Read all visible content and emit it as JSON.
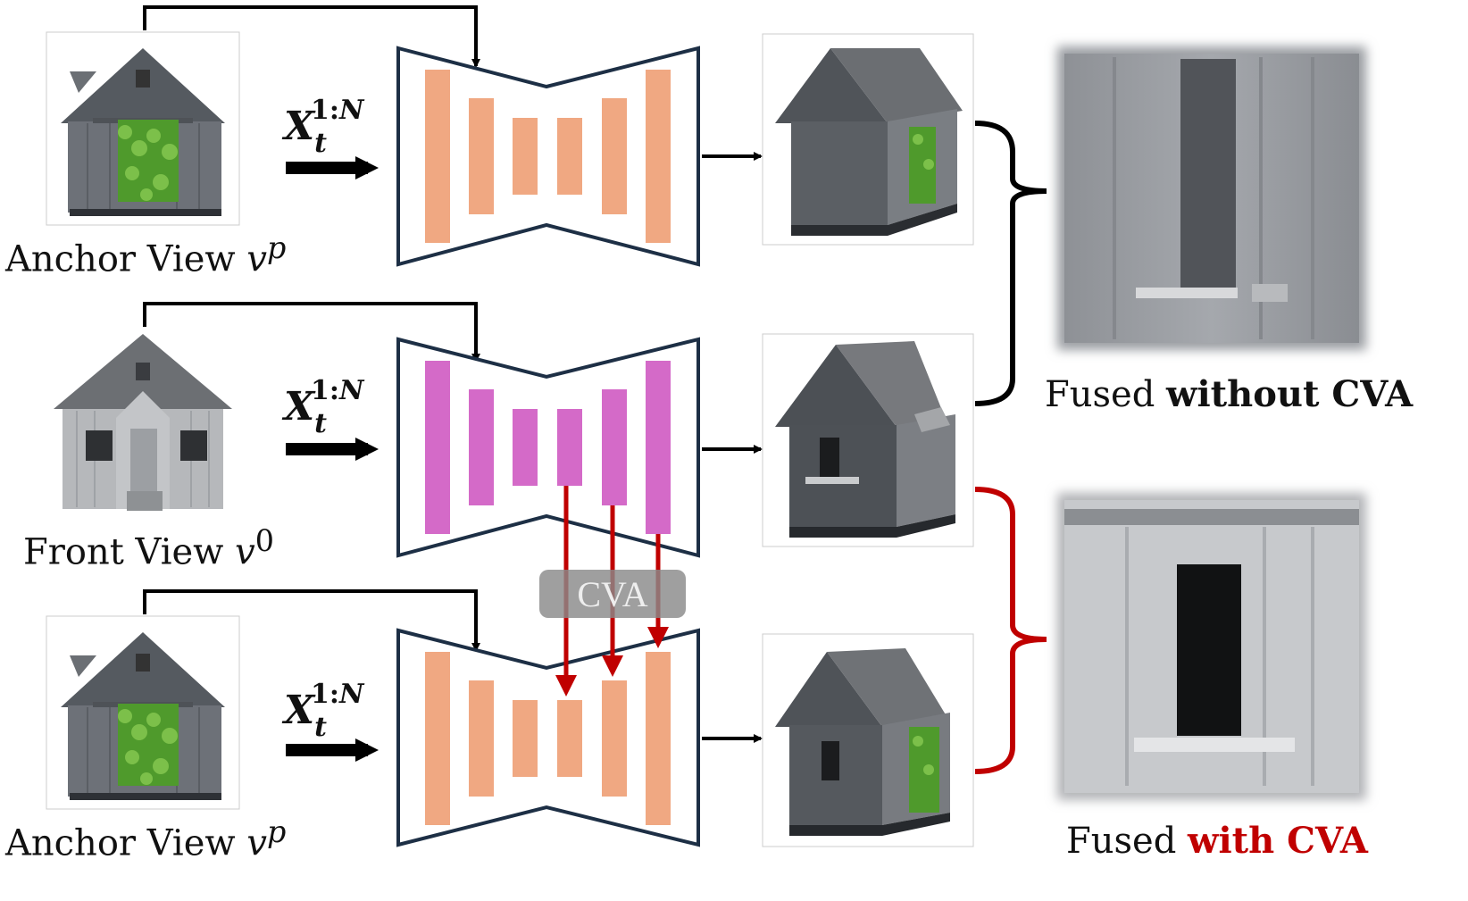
{
  "rows": [
    {
      "input_caption": "Anchor View",
      "input_symbol": "v",
      "input_superscript": "p",
      "unet_color": "orange"
    },
    {
      "input_caption": "Front View",
      "input_symbol": "v",
      "input_superscript": "0",
      "unet_color": "magenta"
    },
    {
      "input_caption": "Anchor View",
      "input_symbol": "v",
      "input_superscript": "p",
      "unet_color": "orange"
    }
  ],
  "noise_label": {
    "base": "X",
    "sub": "t",
    "sup_prefix": "1:",
    "sup_suffix": "N"
  },
  "cva_label": "CVA",
  "results": {
    "without": {
      "prefix": "Fused ",
      "emphasis": "without CVA"
    },
    "with": {
      "prefix": "Fused ",
      "emphasis": "with CVA"
    }
  },
  "colors": {
    "orange": "#f0a882",
    "magenta": "#d46ac8",
    "unet_stroke": "#1d2f45",
    "arrow": "#000000",
    "cva_arrow": "#c00000",
    "cva_box": "#8a8a8a",
    "wall": "#6d7178",
    "roof": "#5a5e63",
    "vine": "#4f9a2c"
  }
}
